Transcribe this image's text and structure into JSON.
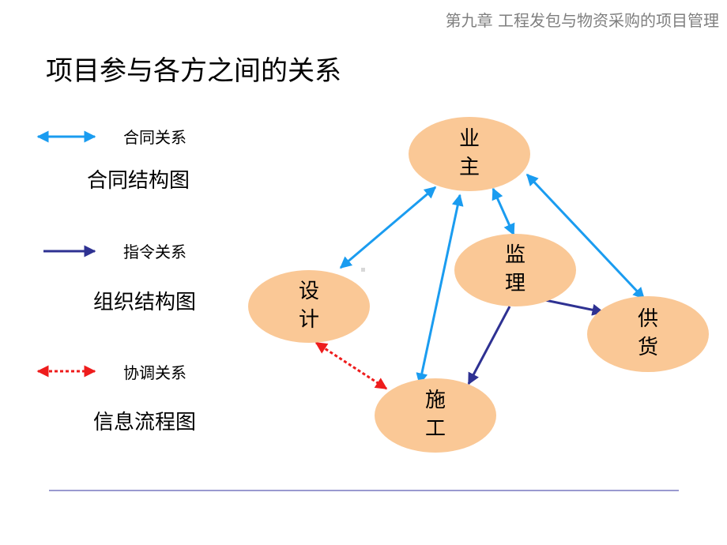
{
  "header": {
    "chapter": "第九章  工程发包与物资采购的项目管理"
  },
  "title": "项目参与各方之间的关系",
  "legend": [
    {
      "label": "合同关系",
      "chart": "合同结构图",
      "style": "contract",
      "color": "#1a9cf0"
    },
    {
      "label": "指令关系",
      "chart": "组织结构图",
      "style": "command",
      "color": "#2e3192"
    },
    {
      "label": "协调关系",
      "chart": "信息流程图",
      "style": "coordination",
      "color": "#ee1c1c"
    }
  ],
  "nodes": {
    "owner": {
      "line1": "业",
      "line2": "主"
    },
    "supervisor": {
      "line1": "监",
      "line2": "理"
    },
    "design": {
      "line1": "设",
      "line2": "计"
    },
    "supplier": {
      "line1": "供",
      "line2": "货"
    },
    "construction": {
      "line1": "施",
      "line2": "工"
    }
  },
  "edges": [
    {
      "from": "owner",
      "to": "design",
      "type": "contract",
      "arrowheads": "both"
    },
    {
      "from": "owner",
      "to": "construction",
      "type": "contract",
      "arrowheads": "both"
    },
    {
      "from": "owner",
      "to": "supervisor",
      "type": "contract",
      "arrowheads": "both"
    },
    {
      "from": "owner",
      "to": "supplier",
      "type": "contract",
      "arrowheads": "both"
    },
    {
      "from": "supervisor",
      "to": "supplier",
      "type": "command",
      "arrowheads": "end"
    },
    {
      "from": "supervisor",
      "to": "construction",
      "type": "command",
      "arrowheads": "end"
    },
    {
      "from": "design",
      "to": "construction",
      "type": "coordination",
      "arrowheads": "both"
    }
  ],
  "colors": {
    "node_fill": "#fac896",
    "contract": "#1a9cf0",
    "command": "#2e3192",
    "coordination": "#ee1c1c"
  }
}
